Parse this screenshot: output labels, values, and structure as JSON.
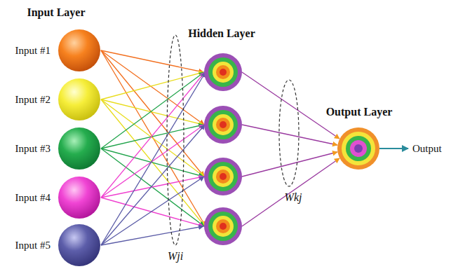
{
  "diagram": {
    "nodes": [
      {
        "text": [
          "Input #1"
        ]
      },
      {
        "text": [
          "Input #2"
        ]
      },
      {
        "text": [
          "Input #3"
        ]
      },
      {
        "text": [
          "Input #4"
        ]
      },
      {
        "text": [
          "Input #5"
        ]
      }
    ],
    "labels": [
      "Input Layer",
      "Hidden Layer",
      "Output Layer",
      "Wji",
      "Wkj",
      "Output"
    ]
  }
}
